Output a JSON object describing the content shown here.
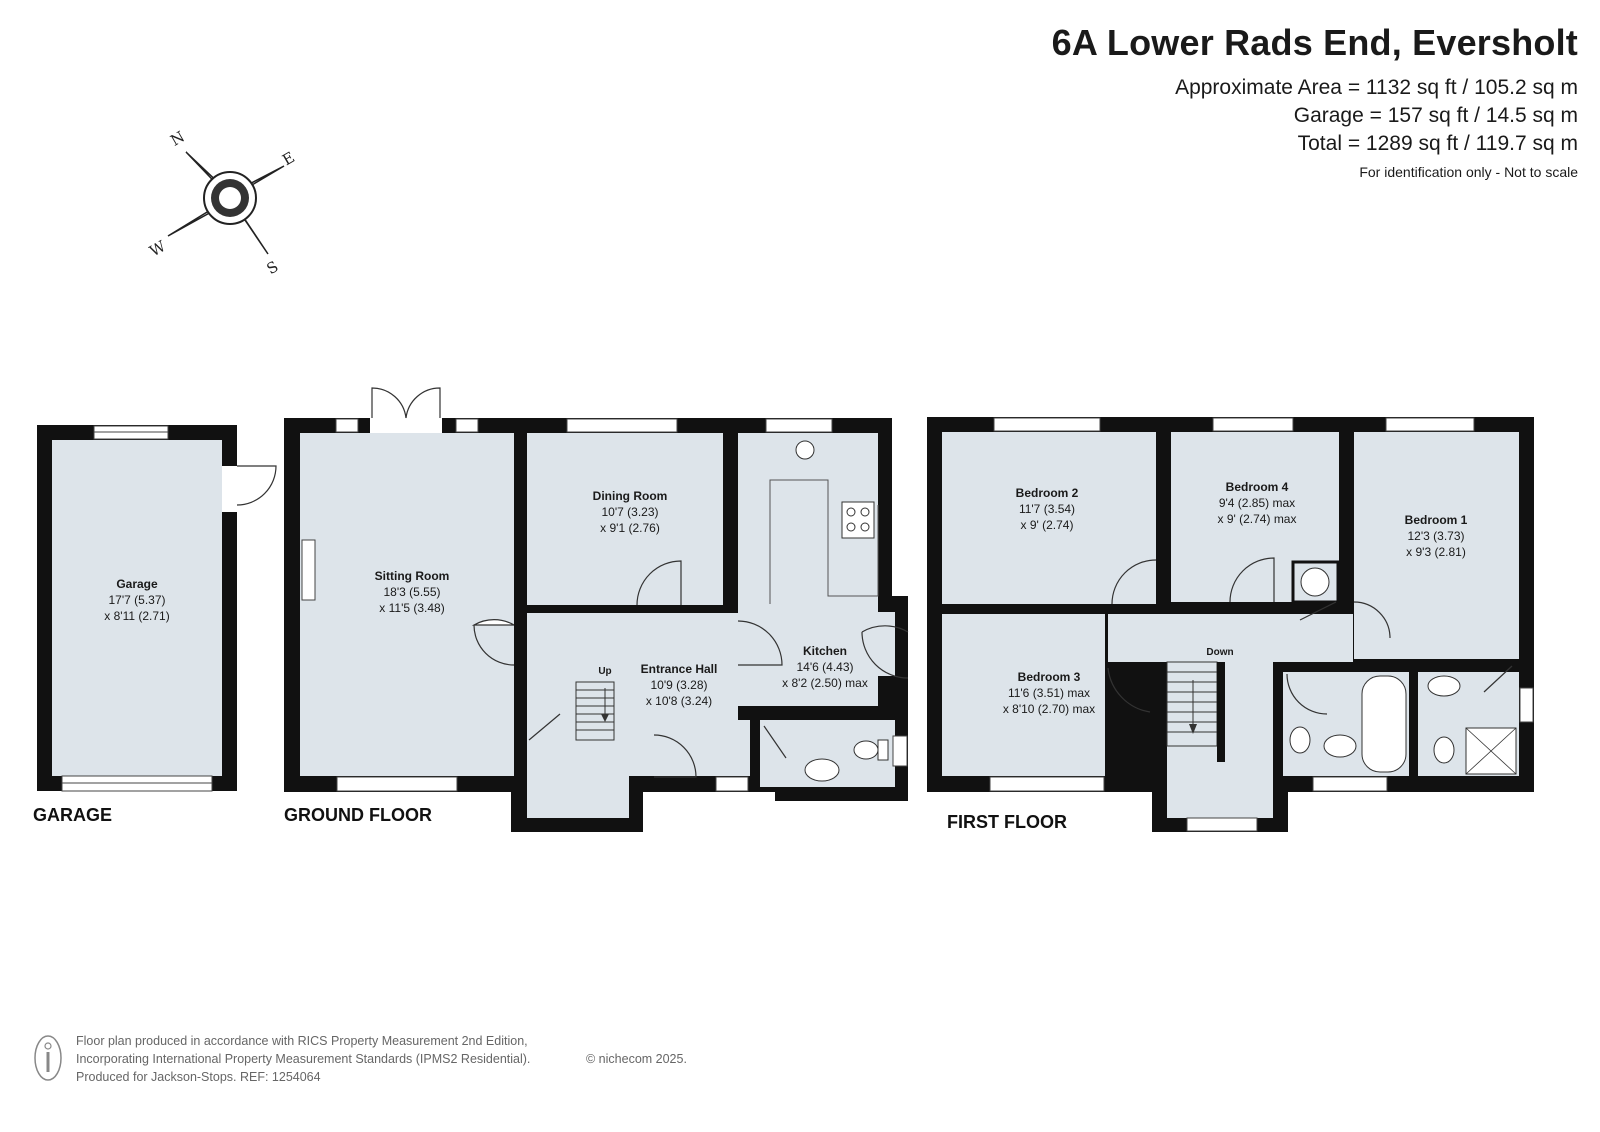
{
  "header": {
    "title": "6A Lower Rads End, Eversholt",
    "approx_area": "Approximate Area = 1132 sq ft / 105.2 sq m",
    "garage_area": "Garage = 157 sq ft / 14.5 sq m",
    "total_area": "Total = 1289 sq ft / 119.7 sq m",
    "disclaimer": "For identification only - Not to scale"
  },
  "compass": {
    "n": "N",
    "e": "E",
    "s": "S",
    "w": "W"
  },
  "floors": {
    "garage": "GARAGE",
    "ground": "GROUND FLOOR",
    "first": "FIRST FLOOR"
  },
  "rooms": {
    "garage": {
      "name": "Garage",
      "dim1": "17'7 (5.37)",
      "dim2": "x 8'11 (2.71)"
    },
    "sitting": {
      "name": "Sitting Room",
      "dim1": "18'3 (5.55)",
      "dim2": "x 11'5 (3.48)"
    },
    "dining": {
      "name": "Dining Room",
      "dim1": "10'7 (3.23)",
      "dim2": "x 9'1 (2.76)"
    },
    "kitchen": {
      "name": "Kitchen",
      "dim1": "14'6 (4.43)",
      "dim2": "x 8'2 (2.50) max"
    },
    "hall": {
      "name": "Entrance Hall",
      "dim1": "10'9 (3.28)",
      "dim2": "x 10'8 (3.24)"
    },
    "bed1": {
      "name": "Bedroom 1",
      "dim1": "12'3 (3.73)",
      "dim2": "x 9'3 (2.81)"
    },
    "bed2": {
      "name": "Bedroom 2",
      "dim1": "11'7 (3.54)",
      "dim2": "x 9' (2.74)"
    },
    "bed3": {
      "name": "Bedroom 3",
      "dim1": "11'6 (3.51) max",
      "dim2": "x 8'10 (2.70) max"
    },
    "bed4": {
      "name": "Bedroom 4",
      "dim1": "9'4 (2.85) max",
      "dim2": "x 9' (2.74) max"
    }
  },
  "stairs": {
    "up": "Up",
    "down": "Down"
  },
  "footer": {
    "line1": "Floor plan produced in accordance with RICS Property Measurement 2nd Edition,",
    "line2": "Incorporating International Property Measurement Standards (IPMS2 Residential).",
    "line3": "Produced for Jackson-Stops.   REF:  1254064",
    "copyright": "© nichecom 2025."
  },
  "colors": {
    "wall": "#111111",
    "floor": "#dde4ea",
    "text": "#1a1a1a"
  }
}
